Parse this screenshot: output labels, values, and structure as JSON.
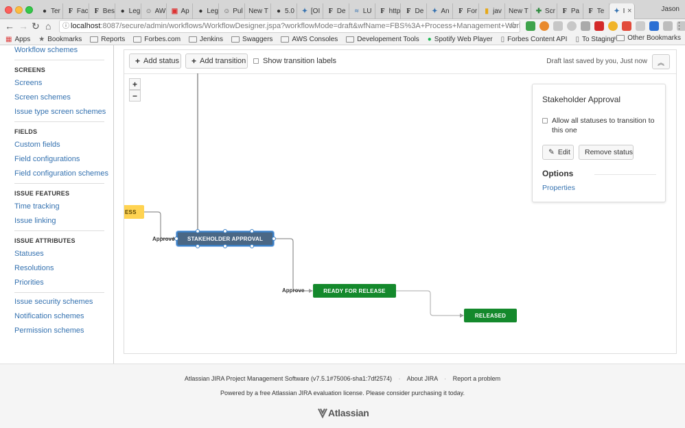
{
  "browser": {
    "tabs": [
      {
        "label": "Ter",
        "icon": "github-icon"
      },
      {
        "label": "Fac",
        "icon": "forbes-icon"
      },
      {
        "label": "Bes",
        "icon": "forbes-icon"
      },
      {
        "label": "Leg",
        "icon": "github-icon"
      },
      {
        "label": "AW",
        "icon": "user-icon"
      },
      {
        "label": "Ap",
        "icon": "app-icon"
      },
      {
        "label": "Leg",
        "icon": "github-icon"
      },
      {
        "label": "Pul",
        "icon": "user-icon"
      },
      {
        "label": "New T",
        "icon": ""
      },
      {
        "label": "5.0",
        "icon": "github-icon"
      },
      {
        "label": "[OI",
        "icon": "jira-icon"
      },
      {
        "label": "De",
        "icon": "forbes-icon"
      },
      {
        "label": "LU",
        "icon": "confluence-icon"
      },
      {
        "label": "http",
        "icon": "forbes-icon"
      },
      {
        "label": "De",
        "icon": "forbes-icon"
      },
      {
        "label": "An",
        "icon": "jira-icon"
      },
      {
        "label": "For",
        "icon": "forbes-icon"
      },
      {
        "label": "jav",
        "icon": "code-icon"
      },
      {
        "label": "New T",
        "icon": ""
      },
      {
        "label": "Scr",
        "icon": "puzzle-icon"
      },
      {
        "label": "Pa",
        "icon": "forbes-icon"
      },
      {
        "label": "Te",
        "icon": "forbes-icon"
      },
      {
        "label": "I",
        "icon": "jira-icon",
        "active": true
      }
    ],
    "profile": "Jason",
    "url_host": "localhost",
    "url_rest": ":8087/secure/admin/workflows/WorkflowDesigner.jspa?workflowMode=draft&wfName=FBS%3A+Process+Management+Workflow...",
    "bookmarks": [
      "Apps",
      "Bookmarks",
      "Reports",
      "Forbes.com",
      "Jenkins",
      "Swaggers",
      "AWS Consoles",
      "Developement Tools",
      "Spotify Web Player",
      "Forbes Content API",
      "To Staging"
    ],
    "other_bookmarks": "Other Bookmarks"
  },
  "sidebar": {
    "top_link": "Workflow schemes",
    "groups": [
      {
        "title": "SCREENS",
        "items": [
          "Screens",
          "Screen schemes",
          "Issue type screen schemes"
        ]
      },
      {
        "title": "FIELDS",
        "items": [
          "Custom fields",
          "Field configurations",
          "Field configuration schemes"
        ]
      },
      {
        "title": "ISSUE FEATURES",
        "items": [
          "Time tracking",
          "Issue linking"
        ]
      },
      {
        "title": "ISSUE ATTRIBUTES",
        "items": [
          "Statuses",
          "Resolutions",
          "Priorities"
        ]
      },
      {
        "title": "",
        "items": [
          "Issue security schemes",
          "Notification schemes",
          "Permission schemes"
        ]
      }
    ]
  },
  "toolbar": {
    "add_status": "Add status",
    "add_transition": "Add transition",
    "show_labels": "Show transition labels",
    "saved": "Draft last saved by you, Just now"
  },
  "zoom": {
    "in": "+",
    "out": "−"
  },
  "diagram": {
    "nodes": {
      "partial": "ESS",
      "stakeholder": "STAKEHOLDER APPROVAL",
      "ready": "READY FOR RELEASE",
      "released": "RELEASED"
    },
    "transitions": {
      "approve1": "Approve",
      "approve2": "Approve"
    },
    "colors": {
      "in_progress": "#ffd351",
      "selected": "#4a6785",
      "done": "#14892c",
      "link": "#3572b0"
    }
  },
  "panel": {
    "title": "Stakeholder Approval",
    "allow_all": "Allow all statuses to transition to this one",
    "edit": "Edit",
    "remove": "Remove status",
    "options_title": "Options",
    "properties": "Properties"
  },
  "footer": {
    "product": "Atlassian JIRA Project Management Software",
    "version": "(v7.5.1#75006-sha1:7df2574)",
    "about": "About JIRA",
    "report": "Report a problem",
    "license": "Powered by a free Atlassian JIRA evaluation license. Please consider purchasing it today.",
    "logo": "Atlassian"
  }
}
